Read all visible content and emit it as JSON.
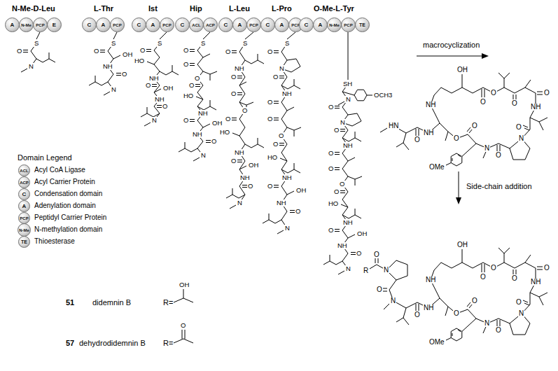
{
  "diagram": {
    "nodes": [
      {
        "text": [
          "A"
        ]
      },
      {
        "text": [
          "N-Me"
        ]
      },
      {
        "text": [
          "PCP"
        ]
      },
      {
        "text": [
          "E"
        ]
      },
      {
        "text": [
          "C"
        ]
      },
      {
        "text": [
          "A"
        ]
      },
      {
        "text": [
          "PCP"
        ]
      },
      {
        "text": [
          "C"
        ]
      },
      {
        "text": [
          "A"
        ]
      },
      {
        "text": [
          "PCP"
        ]
      },
      {
        "text": [
          "C"
        ]
      },
      {
        "text": [
          "ACL"
        ]
      },
      {
        "text": [
          "ACP"
        ]
      },
      {
        "text": [
          "C"
        ]
      },
      {
        "text": [
          "A"
        ]
      },
      {
        "text": [
          "PCP"
        ]
      },
      {
        "text": [
          "C"
        ]
      },
      {
        "text": [
          "A"
        ]
      },
      {
        "text": [
          "PCP"
        ]
      },
      {
        "text": [
          "C"
        ]
      },
      {
        "text": [
          "A"
        ]
      },
      {
        "text": [
          "N-Me"
        ]
      },
      {
        "text": [
          "PCP"
        ]
      },
      {
        "text": [
          "TE"
        ]
      },
      {
        "text": [
          "ACL"
        ]
      },
      {
        "text": [
          "ACP"
        ]
      },
      {
        "text": [
          "C"
        ]
      },
      {
        "text": [
          "A"
        ]
      },
      {
        "text": [
          "PCP"
        ]
      },
      {
        "text": [
          "N-Me"
        ]
      },
      {
        "text": [
          "TE"
        ]
      }
    ],
    "labels": [
      "N-Me-D-Leu",
      "L-Thr",
      "Ist",
      "Hip",
      "L-Leu",
      "L-Pro",
      "O-Me-L-Tyr",
      "S",
      "O",
      "N",
      "S",
      "O",
      "OH",
      "NH",
      "O",
      "N",
      "S",
      "O",
      "HO",
      "NH",
      "O",
      "OH",
      "NH",
      "O",
      "N",
      "S",
      "O",
      "O",
      "O",
      "O",
      "HO",
      "NH",
      "O",
      "OH",
      "NH",
      "O",
      "N",
      "S",
      "O",
      "NH",
      "O",
      "O",
      "O",
      "O",
      "HO",
      "NH",
      "O",
      "OH",
      "NH",
      "O",
      "N",
      "S",
      "O",
      "N",
      "O",
      "NH",
      "O",
      "O",
      "O",
      "O",
      "HO",
      "NH",
      "O",
      "OH",
      "NH",
      "O",
      "N",
      "SH",
      "OCH3",
      "N",
      "O",
      "N",
      "O",
      "NH",
      "O",
      "O",
      "O",
      "O",
      "HO",
      "NH",
      "O",
      "OH",
      "NH",
      "O",
      "N",
      "Domain Legend",
      "macrocyclization",
      "OH",
      "NH",
      "O",
      "O",
      "O",
      "O",
      "NH",
      "O",
      "N",
      "O",
      "O",
      "N",
      "O",
      "NH",
      "O",
      "HN",
      "OMe",
      "Side-chain addition",
      "OH",
      "NH",
      "O",
      "O",
      "O",
      "O",
      "NH",
      "O",
      "N",
      "O",
      "O",
      "N",
      "O",
      "NH",
      "O",
      "N",
      "OMe",
      "O",
      "N",
      "O",
      "R",
      "51",
      "didemnin B",
      "R=",
      "OH",
      "57",
      "dehydrodidemnin B",
      "R=",
      "O"
    ],
    "legend": [
      {
        "text": "Acyl CoA Ligase"
      },
      {
        "text": "Acyl Carrier Protein"
      },
      {
        "text": "Condensation domain"
      },
      {
        "text": "Adenylation domain"
      },
      {
        "text": "Peptidyl Carrier Protein"
      },
      {
        "text": "N-methylation domain"
      },
      {
        "text": "Thioesterase"
      }
    ]
  }
}
